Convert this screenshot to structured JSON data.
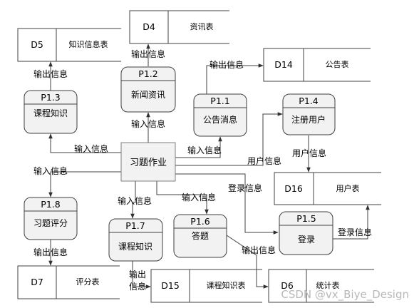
{
  "processes": {
    "p11": {
      "id": "P1.1",
      "name": "公告消息"
    },
    "p12": {
      "id": "P1.2",
      "name": "新闻资讯"
    },
    "p13": {
      "id": "P1.3",
      "name": "课程知识"
    },
    "p14": {
      "id": "P1.4",
      "name": "注册用户"
    },
    "p15": {
      "id": "P1.5",
      "name": "登录"
    },
    "p16": {
      "id": "P1.6",
      "name": "答题"
    },
    "p17": {
      "id": "P1.7",
      "name": "课程知识"
    },
    "p18": {
      "id": "P1.8",
      "name": "习题评分"
    }
  },
  "central": {
    "name": "习题作业"
  },
  "stores": {
    "d4": {
      "id": "D4",
      "name": "资讯表"
    },
    "d5": {
      "id": "D5",
      "name": "知识信息表"
    },
    "d6": {
      "id": "D6",
      "name": "统计表"
    },
    "d7": {
      "id": "D7",
      "name": "评分表"
    },
    "d14": {
      "id": "D14",
      "name": "公告表"
    },
    "d15": {
      "id": "D15",
      "name": "课程知识表"
    },
    "d16": {
      "id": "D16",
      "name": "用户表"
    }
  },
  "flows": {
    "out_p12_d4": "输出信息",
    "out_p13_d5": "输出信息",
    "out_p11_d14": "输出信息",
    "in_hub_p12": "输入信息",
    "in_hub_p13": "输入信息",
    "in_hub_p11": "输入信息",
    "user_hub_p14": "用户信息",
    "user_p14_d16": "用户信息",
    "in_hub_p18": "输入信息",
    "login_hub_p15": "登录信息",
    "in_hub_p17": "输入信息",
    "in_hub_p16": "输入信息",
    "login_p15_d16": "登录信息",
    "out_p18_d7": "输出信息",
    "out_p16_d6": "输出信息",
    "out_p17_d15_a": "输出",
    "out_p17_d15_b": "信息"
  },
  "watermark": "CSDN @vx_Biye_Design"
}
